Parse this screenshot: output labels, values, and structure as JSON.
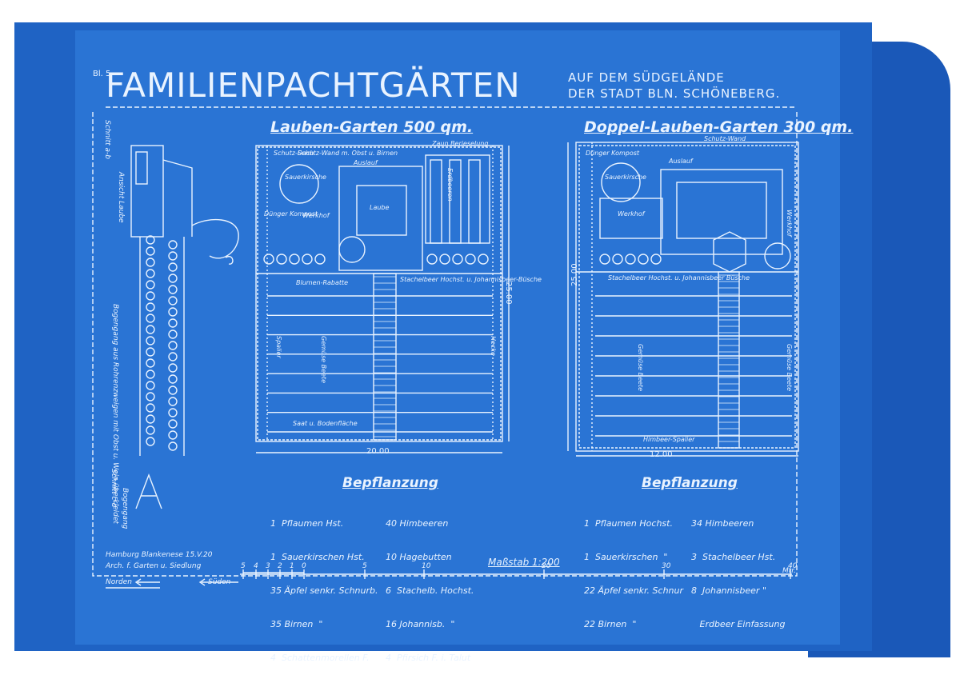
{
  "title": {
    "prefix": "Bl. 5",
    "main": "FAMILIENPACHTGÄRTEN",
    "line1": "AUF DEM SÜDGELÄNDE",
    "line2": "DER STADT BLN. SCHÖNEBERG."
  },
  "left_section": {
    "label_schnitt_ab": "Schnitt a-b",
    "label_ansicht": "Ansicht Laube",
    "label_bogengang": "Bogengang aus Rohrenzweigen mit Obst u. Wein überkleidet",
    "label_schnitt_cd": "Schnitt c-d",
    "label_bogengang2": "Bogengang"
  },
  "plan_left": {
    "heading": "Lauben-Garten 500 qm.",
    "labels": {
      "schutzdach": "Schutz-Dach",
      "schutzwand": "Schutz-Wand m. Obst u. Birnen",
      "auslauf": "Auslauf",
      "zaun": "Zaun Berieselung",
      "sauerkirsche": "Sauerkirsche",
      "kompost": "Dünger Kompost",
      "werkhof": "Werkhof",
      "laube": "Laube",
      "erdbeeren": "Erdbeeren",
      "stachelbeer": "Stachelbeer Hochst. u. Johannisbeer-Büsche",
      "blumen": "Blumen-Rabatte",
      "gemuese": "Gemüse Beete",
      "spalier": "Spalier",
      "saat": "Saat u. Bodenfläche",
      "hecke": "Hecke"
    },
    "dim_width": "20.00",
    "dim_height": "25.00"
  },
  "plan_right": {
    "heading": "Doppel-Lauben-Garten 300 qm.",
    "labels": {
      "schutzwand": "Schutz-Wand",
      "kompost": "Dünger Kompost",
      "auslauf": "Auslauf",
      "sauerkirsche": "Sauerkirsche",
      "werkhof": "Werkhof",
      "werkhof2": "Werkhof",
      "stachelbeer": "Stachelbeer Hochst. u. Johannisbeer Büsche",
      "gemuese": "Gemüse Beete",
      "gemuese2": "Gemüse Beete",
      "spalier": "Himbeer-Spalier"
    },
    "dim_width": "12.00",
    "dim_height": "25.00"
  },
  "bepflanzung_left": {
    "heading": "Bepflanzung",
    "col1": [
      "1  Pflaumen Hst.",
      "1  Sauerkirschen Hst.",
      "35 Äpfel senkr. Schnurb.",
      "35 Birnen  \"",
      "4  Schattenmorellen F."
    ],
    "col2": [
      "40 Himbeeren",
      "10 Hagebutten",
      "6  Stachelb. Hochst.",
      "16 Johannisb.  \"",
      "4  Pfirsich F. i. Talut"
    ]
  },
  "bepflanzung_right": {
    "heading": "Bepflanzung",
    "col1": [
      "1  Pflaumen Hochst.",
      "1  Sauerkirschen  \"",
      "22 Äpfel senkr. Schnur",
      "22 Birnen  \""
    ],
    "col2": [
      "34 Himbeeren",
      "3  Stachelbeer Hst.",
      "8  Johannisbeer \"",
      "   Erdbeer Einfassung"
    ]
  },
  "footer": {
    "credit_line1": "Hamburg Blankenese 15.V.20",
    "credit_line2": "Arch. f. Garten u. Siedlung",
    "norden": "Norden",
    "sueden": "Süden",
    "massstab": "Maßstab 1:200",
    "scale_ticks": [
      "5",
      "4",
      "3",
      "2",
      "1",
      "0",
      "5",
      "10",
      "20",
      "30",
      "40"
    ],
    "scale_unit": "Mtr."
  },
  "colors": {
    "blueprint": "#2a74d4",
    "line": "#e9f3ff"
  }
}
